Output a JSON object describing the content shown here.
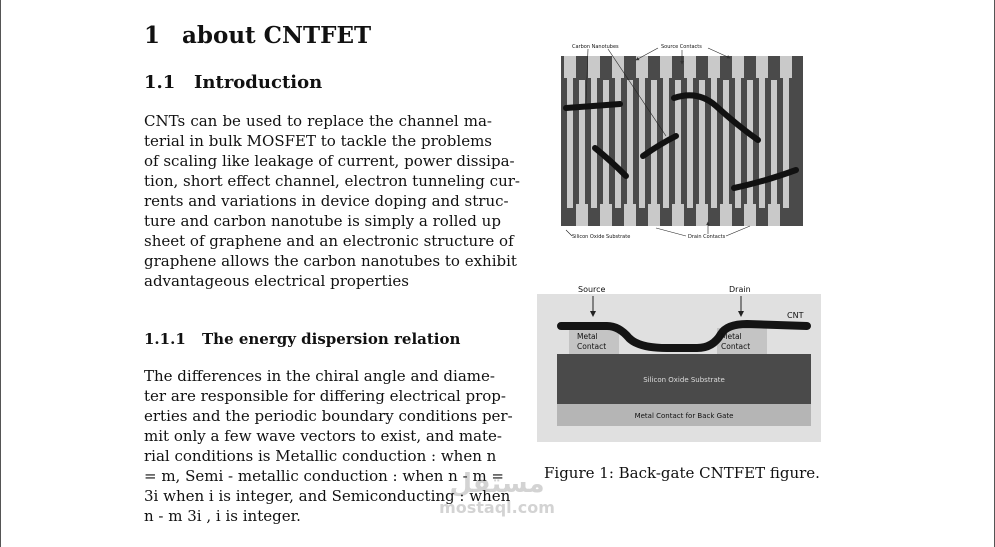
{
  "section": {
    "number": "1",
    "title": "about CNTFET"
  },
  "subsection": {
    "number": "1.1",
    "title": "Introduction"
  },
  "intro_lines": [
    "CNTs can be used to replace the channel ma-",
    "terial in bulk MOSFET to tackle the problems",
    "of scaling like leakage of current, power dissipa-",
    "tion, short effect channel, electron tunneling cur-",
    "rents and variations in device doping and struc-",
    "ture and carbon nanotube is simply a rolled up",
    "sheet of graphene and an electronic structure of",
    "graphene allows the carbon nanotubes to exhibit",
    "advantageous electrical properties"
  ],
  "subsubsection": {
    "number": "1.1.1",
    "title": "The energy dispersion relation"
  },
  "dispersion_lines": [
    "The differences in the chiral angle and diame-",
    "ter are responsible for differing electrical prop-",
    "erties and the periodic boundary conditions per-",
    "mit only a few wave vectors to exist, and mate-",
    "rial conditions is Metallic conduction :  when n",
    "= m, Semi - metallic conduction : when n - m =",
    "3i when i is integer, and Semiconducting : when",
    "n - m 3i , i is integer."
  ],
  "figure_top": {
    "carbon_nanotubes_label": "Carbon Nanotubes",
    "source_contacts_label": "Source Contacts",
    "silicon_oxide_label": "Silicon Oxide Substrate",
    "drain_contacts_label": "Drain Contacts"
  },
  "figure_bottom": {
    "source_label": "Source",
    "drain_label": "Drain",
    "cnt_label": "CNT",
    "metal_contact_left": [
      "Metal",
      "Contact"
    ],
    "metal_contact_right": [
      "Metal",
      "Contact"
    ],
    "substrate_label": "Silicon Oxide Substrate",
    "back_gate_label": "Metal Contact for Back Gate"
  },
  "caption": "Figure 1: Back-gate CNTFET figure.",
  "watermark": {
    "arabic": "مستقل",
    "latin": "mostaql.com"
  }
}
